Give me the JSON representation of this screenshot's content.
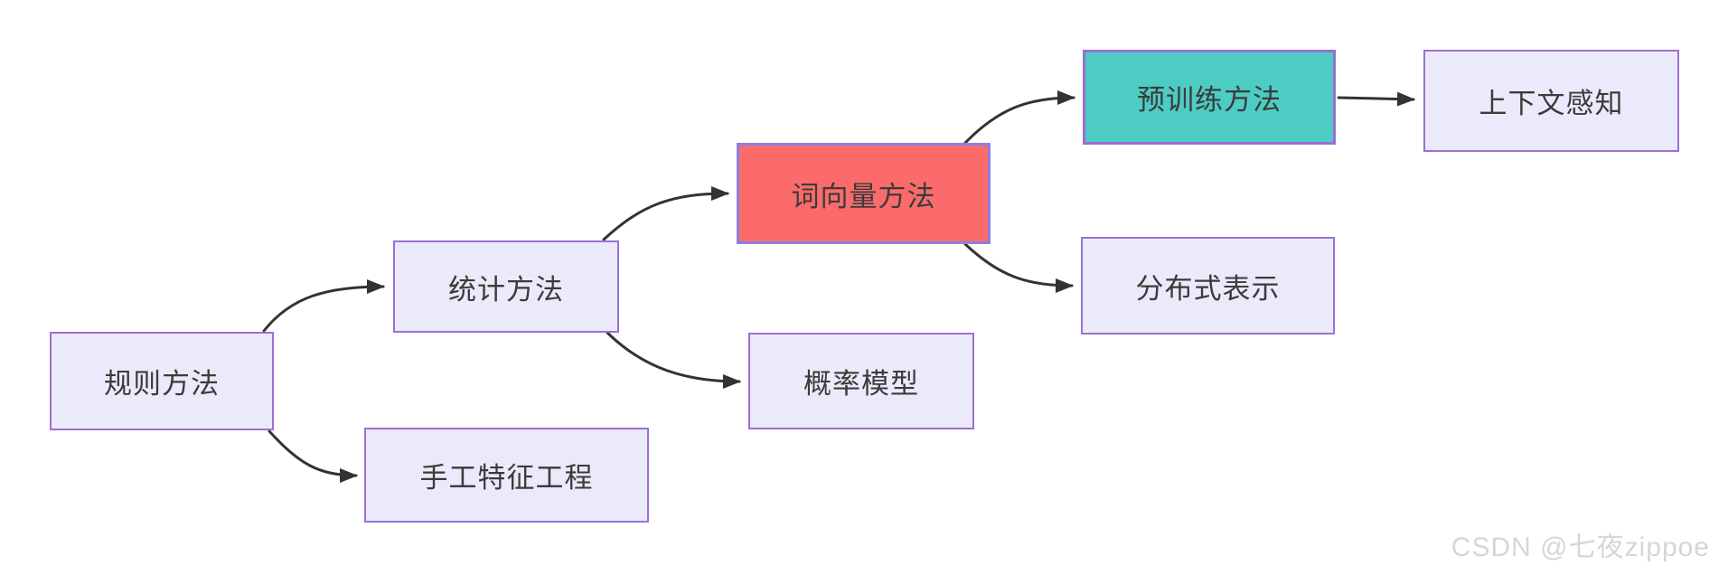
{
  "diagram": {
    "type": "flowchart",
    "direction": "left-to-right",
    "nodes": [
      {
        "id": "rule-methods",
        "label": "规则方法",
        "variant": "lavender"
      },
      {
        "id": "statistical-methods",
        "label": "统计方法",
        "variant": "lavender"
      },
      {
        "id": "manual-feature-engineering",
        "label": "手工特征工程",
        "variant": "lavender"
      },
      {
        "id": "word-vector-methods",
        "label": "词向量方法",
        "variant": "red"
      },
      {
        "id": "probability-model",
        "label": "概率模型",
        "variant": "lavender"
      },
      {
        "id": "pretraining-methods",
        "label": "预训练方法",
        "variant": "teal"
      },
      {
        "id": "distributed-representation",
        "label": "分布式表示",
        "variant": "lavender"
      },
      {
        "id": "context-aware",
        "label": "上下文感知",
        "variant": "lavender"
      }
    ],
    "edges": [
      {
        "from": "规则方法",
        "to": "统计方法"
      },
      {
        "from": "规则方法",
        "to": "手工特征工程"
      },
      {
        "from": "统计方法",
        "to": "词向量方法"
      },
      {
        "from": "统计方法",
        "to": "概率模型"
      },
      {
        "from": "词向量方法",
        "to": "预训练方法"
      },
      {
        "from": "词向量方法",
        "to": "分布式表示"
      },
      {
        "from": "预训练方法",
        "to": "上下文感知"
      }
    ]
  },
  "colors": {
    "lavender_fill": "#EAEAFA",
    "lavender_border": "#9B70D2",
    "red_fill": "#FB6B6B",
    "red_border": "#8B80E0",
    "teal_fill": "#4DCCC3",
    "teal_border": "#9B6ED6",
    "edge_stroke": "#333333",
    "text": "#3B3B3B",
    "watermark": "#D6D6D6",
    "background": "#FFFFFF"
  },
  "watermark": {
    "text": "CSDN @七夜zippoe"
  }
}
